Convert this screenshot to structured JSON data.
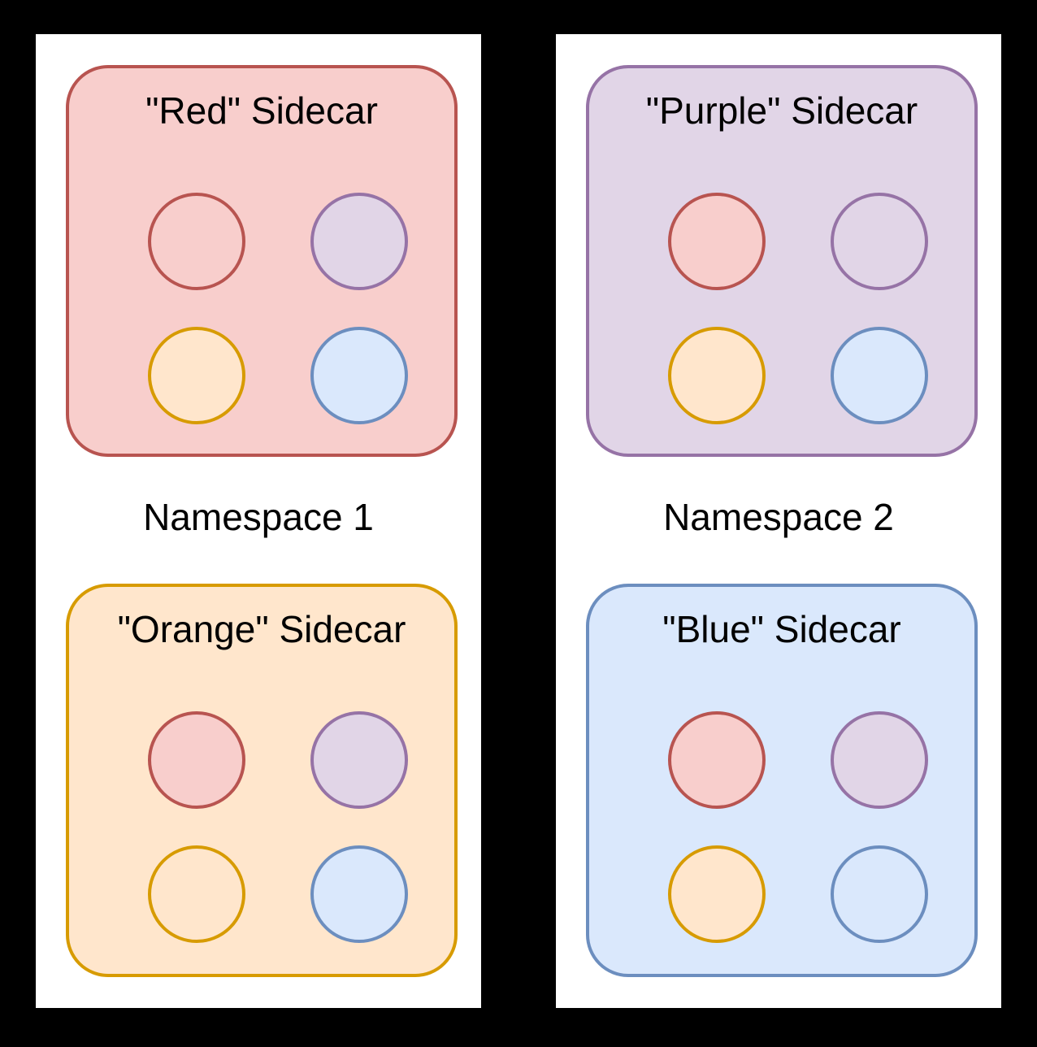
{
  "diagram": {
    "background": "#000000",
    "panel_background": "#ffffff",
    "text_color": "#000000"
  },
  "palette": {
    "red": {
      "fill": "#f8cecc",
      "stroke": "#b85450"
    },
    "purple": {
      "fill": "#e1d5e7",
      "stroke": "#9673a6"
    },
    "orange": {
      "fill": "#ffe6cc",
      "stroke": "#d79b00"
    },
    "blue": {
      "fill": "#dae8fc",
      "stroke": "#6c8ebf"
    }
  },
  "namespaces": [
    {
      "label": "Namespace 1",
      "sidecars": [
        {
          "title": "\"Red\" Sidecar",
          "color": "red",
          "pods": [
            "red",
            "purple",
            "orange",
            "blue"
          ]
        },
        {
          "title": "\"Orange\" Sidecar",
          "color": "orange",
          "pods": [
            "red",
            "purple",
            "orange",
            "blue"
          ]
        }
      ]
    },
    {
      "label": "Namespace 2",
      "sidecars": [
        {
          "title": "\"Purple\" Sidecar",
          "color": "purple",
          "pods": [
            "red",
            "purple",
            "orange",
            "blue"
          ]
        },
        {
          "title": "\"Blue\" Sidecar",
          "color": "blue",
          "pods": [
            "red",
            "purple",
            "orange",
            "blue"
          ]
        }
      ]
    }
  ]
}
